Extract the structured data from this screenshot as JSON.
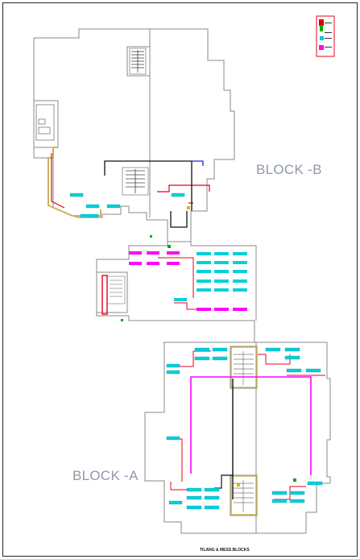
{
  "blocks": {
    "block_b_label": "BLOCK -B",
    "block_a_label": "BLOCK -A"
  },
  "title_block": {
    "drawing_title": "TILANG & MESS BLOCKS"
  },
  "legend": {
    "swatch_colors": [
      "#d40000",
      "#00aa00",
      "#ff00ff",
      "#00c8d8"
    ]
  },
  "colors": {
    "wall": "#8a8a8a",
    "red_line": "#e8001c",
    "magenta_line": "#ff00ff",
    "cyan_fixture": "#00d0dc",
    "olive_line": "#c8b45a",
    "frame": "#222222"
  }
}
